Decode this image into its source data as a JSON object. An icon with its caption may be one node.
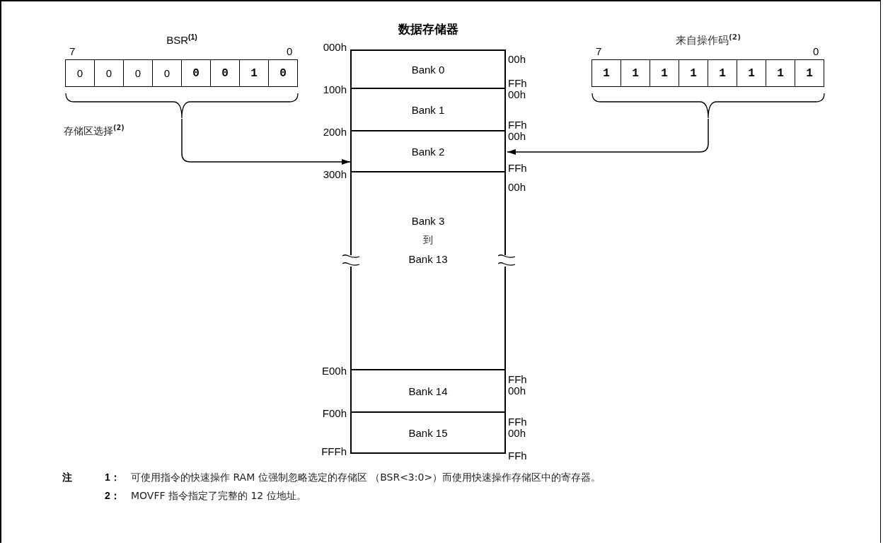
{
  "diagram": {
    "nodes": [
      {
        "text": [
          "BSR$^{(1)}$"
        ]
      },
      {
        "text": [
          "0"
        ],
        "in": 0
      },
      {
        "text": [
          "0"
        ],
        "in": 0
      },
      {
        "text": [
          "0"
        ],
        "in": 0
      },
      {
        "text": [
          "0"
        ],
        "in": 0
      },
      {
        "text": [
          "0"
        ],
        "in": 0
      },
      {
        "text": [
          "0"
        ],
        "in": 0
      },
      {
        "text": [
          "1"
        ],
        "in": 0
      },
      {
        "text": [
          "0"
        ],
        "in": 0
      },
      {
        "text": [
          "来自操作码$^{(2)}$"
        ]
      },
      {
        "text": [
          "1"
        ],
        "in": 9
      },
      {
        "text": [
          "1"
        ],
        "in": 9
      },
      {
        "text": [
          "1"
        ],
        "in": 9
      },
      {
        "text": [
          "1"
        ],
        "in": 9
      },
      {
        "text": [
          "1"
        ],
        "in": 9
      },
      {
        "text": [
          "1"
        ],
        "in": 9
      },
      {
        "text": [
          "1"
        ],
        "in": 9
      },
      {
        "text": [
          "1"
        ],
        "in": 9
      },
      {
        "text": [
          "数据存储器"
        ]
      },
      {
        "text": [
          "Bank 0"
        ],
        "in": 18
      },
      {
        "text": [
          "Bank 1"
        ],
        "in": 18
      },
      {
        "text": [
          "Bank 2"
        ],
        "in": 18
      },
      {
        "text": [
          "Bank 3",
          "到",
          "Bank 13"
        ],
        "in": 18
      },
      {
        "text": [
          "Bank 14"
        ],
        "in": 18
      },
      {
        "text": [
          "Bank 15"
        ],
        "in": 18
      }
    ],
    "edges": [
      {
        "from": 0,
        "to": 21,
        "arrow": "to"
      },
      {
        "from": 9,
        "to": 21,
        "arrow": "to"
      }
    ],
    "labels": [
      "7",
      "0",
      "000h",
      "00h",
      "7",
      "0",
      "FFh",
      "100h",
      "00h",
      "存储区选择$^{(2)}$",
      "FFh",
      "200h",
      "00h",
      "FFh",
      "300h",
      "00h",
      "FFh",
      "E00h",
      "00h",
      "FFh",
      "F00h",
      "00h",
      "FFFh",
      "FFh",
      "注",
      "1：",
      "可使用指令的快速操作 RAM 位强制忽略选定的存储区 （BSR<3:0>）而使用快速操作存储区中的寄存器。",
      "2：",
      "MOVFF 指令指定了完整的 12 位地址。"
    ]
  }
}
